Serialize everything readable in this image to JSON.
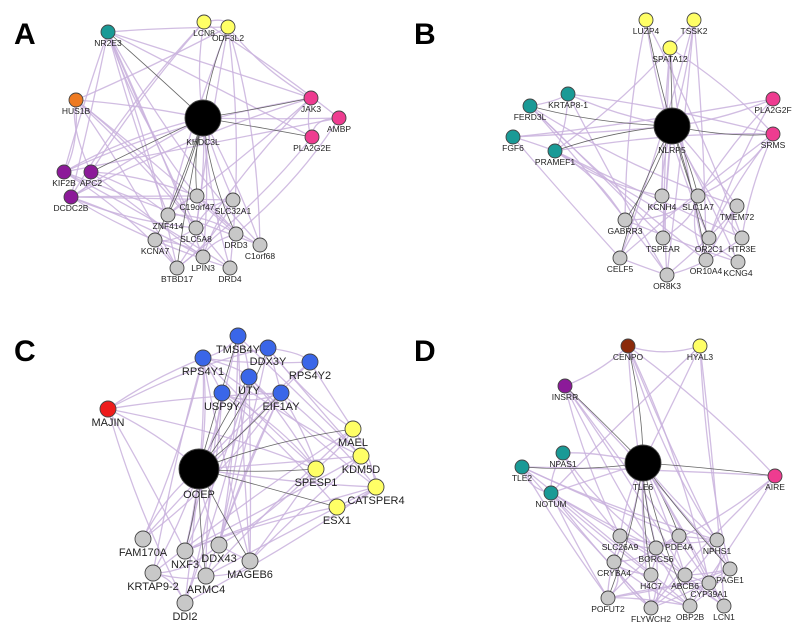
{
  "colors": {
    "teal": "#1a9a96",
    "yellow": "#ffff66",
    "orange": "#ee7a22",
    "magenta": "#ee3c90",
    "purple": "#8c1a99",
    "gray": "#c8c8c8",
    "black": "#000000",
    "blue": "#3a66e8",
    "red": "#ee1c1c",
    "brown": "#8b2a0a"
  },
  "panels": [
    {
      "letter": "A",
      "hub": "KHDC3L",
      "nodes": [
        {
          "id": "hub",
          "label": "KHDC3L",
          "color": "black"
        },
        {
          "id": "NR2E3",
          "label": "NR2E3",
          "color": "teal"
        },
        {
          "id": "LCN8",
          "label": "LCN8",
          "color": "yellow"
        },
        {
          "id": "ODF3L2",
          "label": "ODF3L2",
          "color": "yellow"
        },
        {
          "id": "HUS1B",
          "label": "HUS1B",
          "color": "orange"
        },
        {
          "id": "JAK3",
          "label": "JAK3",
          "color": "magenta"
        },
        {
          "id": "AMBP",
          "label": "AMBP",
          "color": "magenta"
        },
        {
          "id": "PLA2G2E",
          "label": "PLA2G2E",
          "color": "magenta"
        },
        {
          "id": "KIF2B",
          "label": "KIF2B",
          "color": "purple"
        },
        {
          "id": "APC2",
          "label": "APC2",
          "color": "purple"
        },
        {
          "id": "DCDC2B",
          "label": "DCDC2B",
          "color": "purple"
        },
        {
          "id": "C19orf47",
          "label": "C19orf47",
          "color": "gray"
        },
        {
          "id": "SLC32A1",
          "label": "SLC32A1",
          "color": "gray"
        },
        {
          "id": "ZNF414",
          "label": "ZNF414",
          "color": "gray"
        },
        {
          "id": "SLC5A8",
          "label": "SLC5A8",
          "color": "gray"
        },
        {
          "id": "DRD3",
          "label": "DRD3",
          "color": "gray"
        },
        {
          "id": "C1orf68",
          "label": "C1orf68",
          "color": "gray"
        },
        {
          "id": "KCNA7",
          "label": "KCNA7",
          "color": "gray"
        },
        {
          "id": "LPIN3",
          "label": "LPIN3",
          "color": "gray"
        },
        {
          "id": "BTBD17",
          "label": "BTBD17",
          "color": "gray"
        },
        {
          "id": "DRD4",
          "label": "DRD4",
          "color": "gray"
        }
      ]
    },
    {
      "letter": "B",
      "hub": "NLRP5",
      "nodes": [
        {
          "id": "hub",
          "label": "NLRP5",
          "color": "black"
        },
        {
          "id": "LUZP4",
          "label": "LUZP4",
          "color": "yellow"
        },
        {
          "id": "TSSK2",
          "label": "TSSK2",
          "color": "yellow"
        },
        {
          "id": "SPATA12",
          "label": "SPATA12",
          "color": "yellow"
        },
        {
          "id": "KRTAP8-1",
          "label": "KRTAP8-1",
          "color": "teal"
        },
        {
          "id": "FERD3L",
          "label": "FERD3L",
          "color": "teal"
        },
        {
          "id": "FGF6",
          "label": "FGF6",
          "color": "teal"
        },
        {
          "id": "PRAMEF1",
          "label": "PRAMEF1",
          "color": "teal"
        },
        {
          "id": "PLA2G2F",
          "label": "PLA2G2F",
          "color": "magenta"
        },
        {
          "id": "SRMS",
          "label": "SRMS",
          "color": "magenta"
        },
        {
          "id": "KCNH4",
          "label": "KCNH4",
          "color": "gray"
        },
        {
          "id": "SLC1A7",
          "label": "SLC1A7",
          "color": "gray"
        },
        {
          "id": "TMEM72",
          "label": "TMEM72",
          "color": "gray"
        },
        {
          "id": "GABRR3",
          "label": "GABRR3",
          "color": "gray"
        },
        {
          "id": "TSPEAR",
          "label": "TSPEAR",
          "color": "gray"
        },
        {
          "id": "OR2C1",
          "label": "OR2C1",
          "color": "gray"
        },
        {
          "id": "HTR3E",
          "label": "HTR3E",
          "color": "gray"
        },
        {
          "id": "CELF5",
          "label": "CELF5",
          "color": "gray"
        },
        {
          "id": "OR8K3",
          "label": "OR8K3",
          "color": "gray"
        },
        {
          "id": "OR10A4",
          "label": "OR10A4",
          "color": "gray"
        },
        {
          "id": "KCNG4",
          "label": "KCNG4",
          "color": "gray"
        }
      ]
    },
    {
      "letter": "C",
      "hub": "OOEP",
      "nodes": [
        {
          "id": "hub",
          "label": "OOEP",
          "color": "black"
        },
        {
          "id": "TMSB4Y",
          "label": "TMSB4Y",
          "color": "blue"
        },
        {
          "id": "RPS4Y1",
          "label": "RPS4Y1",
          "color": "blue"
        },
        {
          "id": "DDX3Y",
          "label": "DDX3Y",
          "color": "blue"
        },
        {
          "id": "RPS4Y2",
          "label": "RPS4Y2",
          "color": "blue"
        },
        {
          "id": "UTY",
          "label": "UTY",
          "color": "blue"
        },
        {
          "id": "USP9Y",
          "label": "USP9Y",
          "color": "blue"
        },
        {
          "id": "EIF1AY",
          "label": "EIF1AY",
          "color": "blue"
        },
        {
          "id": "MAJIN",
          "label": "MAJIN",
          "color": "red"
        },
        {
          "id": "MAEL",
          "label": "MAEL",
          "color": "yellow"
        },
        {
          "id": "KDM5D",
          "label": "KDM5D",
          "color": "yellow"
        },
        {
          "id": "SPESP1",
          "label": "SPESP1",
          "color": "yellow"
        },
        {
          "id": "CATSPER4",
          "label": "CATSPER4",
          "color": "yellow"
        },
        {
          "id": "ESX1",
          "label": "ESX1",
          "color": "yellow"
        },
        {
          "id": "FAM170A",
          "label": "FAM170A",
          "color": "gray"
        },
        {
          "id": "NXF3",
          "label": "NXF3",
          "color": "gray"
        },
        {
          "id": "DDX43",
          "label": "DDX43",
          "color": "gray"
        },
        {
          "id": "MAGEB6",
          "label": "MAGEB6",
          "color": "gray"
        },
        {
          "id": "KRTAP9-2",
          "label": "KRTAP9-2",
          "color": "gray"
        },
        {
          "id": "ARMC4",
          "label": "ARMC4",
          "color": "gray"
        },
        {
          "id": "DDI2",
          "label": "DDI2",
          "color": "gray"
        }
      ]
    },
    {
      "letter": "D",
      "hub": "TLE6",
      "nodes": [
        {
          "id": "hub",
          "label": "TLE6",
          "color": "black"
        },
        {
          "id": "CENPO",
          "label": "CENPO",
          "color": "brown"
        },
        {
          "id": "HYAL3",
          "label": "HYAL3",
          "color": "yellow"
        },
        {
          "id": "INSRR",
          "label": "INSRR",
          "color": "purple"
        },
        {
          "id": "NPAS1",
          "label": "NPAS1",
          "color": "teal"
        },
        {
          "id": "TLE2",
          "label": "TLE2",
          "color": "teal"
        },
        {
          "id": "NOTUM",
          "label": "NOTUM",
          "color": "teal"
        },
        {
          "id": "AIRE",
          "label": "AIRE",
          "color": "magenta"
        },
        {
          "id": "SLC26A9",
          "label": "SLC26A9",
          "color": "gray"
        },
        {
          "id": "PDE4A",
          "label": "PDE4A",
          "color": "gray"
        },
        {
          "id": "NPHS1",
          "label": "NPHS1",
          "color": "gray"
        },
        {
          "id": "BORCS6",
          "label": "BORCS6",
          "color": "gray"
        },
        {
          "id": "CRYBA4",
          "label": "CRYBA4",
          "color": "gray"
        },
        {
          "id": "H4C7",
          "label": "H4C7",
          "color": "gray"
        },
        {
          "id": "ABCB6",
          "label": "ABCB6",
          "color": "gray"
        },
        {
          "id": "PAGE1",
          "label": "PAGE1",
          "color": "gray"
        },
        {
          "id": "CYP39A1",
          "label": "CYP39A1",
          "color": "gray"
        },
        {
          "id": "POFUT2",
          "label": "POFUT2",
          "color": "gray"
        },
        {
          "id": "FLYWCH2",
          "label": "FLYWCH2",
          "color": "gray"
        },
        {
          "id": "OBP2B",
          "label": "OBP2B",
          "color": "gray"
        },
        {
          "id": "LCN1",
          "label": "LCN1",
          "color": "gray"
        }
      ]
    }
  ]
}
